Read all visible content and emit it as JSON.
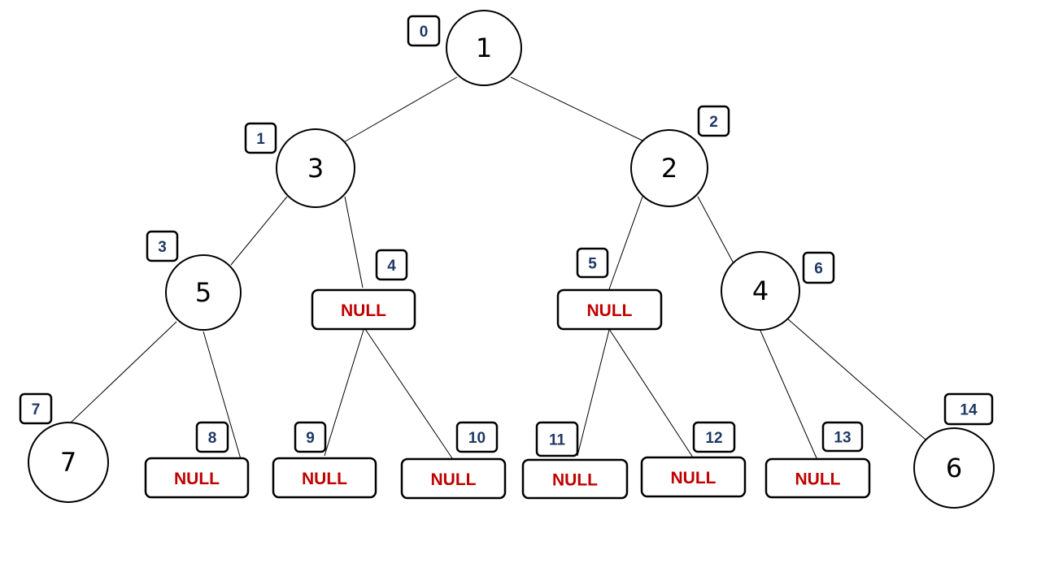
{
  "colors": {
    "null_text": "#c00000",
    "index_text": "#1f3864"
  },
  "tree": {
    "nodes": [
      {
        "id": "n0",
        "kind": "value",
        "label": "1",
        "index": "0"
      },
      {
        "id": "n1",
        "kind": "value",
        "label": "3",
        "index": "1"
      },
      {
        "id": "n2",
        "kind": "value",
        "label": "2",
        "index": "2"
      },
      {
        "id": "n3",
        "kind": "value",
        "label": "5",
        "index": "3"
      },
      {
        "id": "n4",
        "kind": "null",
        "label": "NULL",
        "index": "4"
      },
      {
        "id": "n5",
        "kind": "null",
        "label": "NULL",
        "index": "5"
      },
      {
        "id": "n6",
        "kind": "value",
        "label": "4",
        "index": "6"
      },
      {
        "id": "n7",
        "kind": "value",
        "label": "7",
        "index": "7"
      },
      {
        "id": "n8",
        "kind": "null",
        "label": "NULL",
        "index": "8"
      },
      {
        "id": "n9",
        "kind": "null",
        "label": "NULL",
        "index": "9"
      },
      {
        "id": "n10",
        "kind": "null",
        "label": "NULL",
        "index": "10"
      },
      {
        "id": "n11",
        "kind": "null",
        "label": "NULL",
        "index": "11"
      },
      {
        "id": "n12",
        "kind": "null",
        "label": "NULL",
        "index": "12"
      },
      {
        "id": "n13",
        "kind": "null",
        "label": "NULL",
        "index": "13"
      },
      {
        "id": "n14",
        "kind": "value",
        "label": "6",
        "index": "14"
      }
    ],
    "edges": [
      [
        "n0",
        "n1"
      ],
      [
        "n0",
        "n2"
      ],
      [
        "n1",
        "n3"
      ],
      [
        "n1",
        "n4"
      ],
      [
        "n2",
        "n5"
      ],
      [
        "n2",
        "n6"
      ],
      [
        "n3",
        "n7"
      ],
      [
        "n3",
        "n8"
      ],
      [
        "n4",
        "n9"
      ],
      [
        "n4",
        "n10"
      ],
      [
        "n5",
        "n11"
      ],
      [
        "n5",
        "n12"
      ],
      [
        "n6",
        "n13"
      ],
      [
        "n6",
        "n14"
      ]
    ]
  }
}
